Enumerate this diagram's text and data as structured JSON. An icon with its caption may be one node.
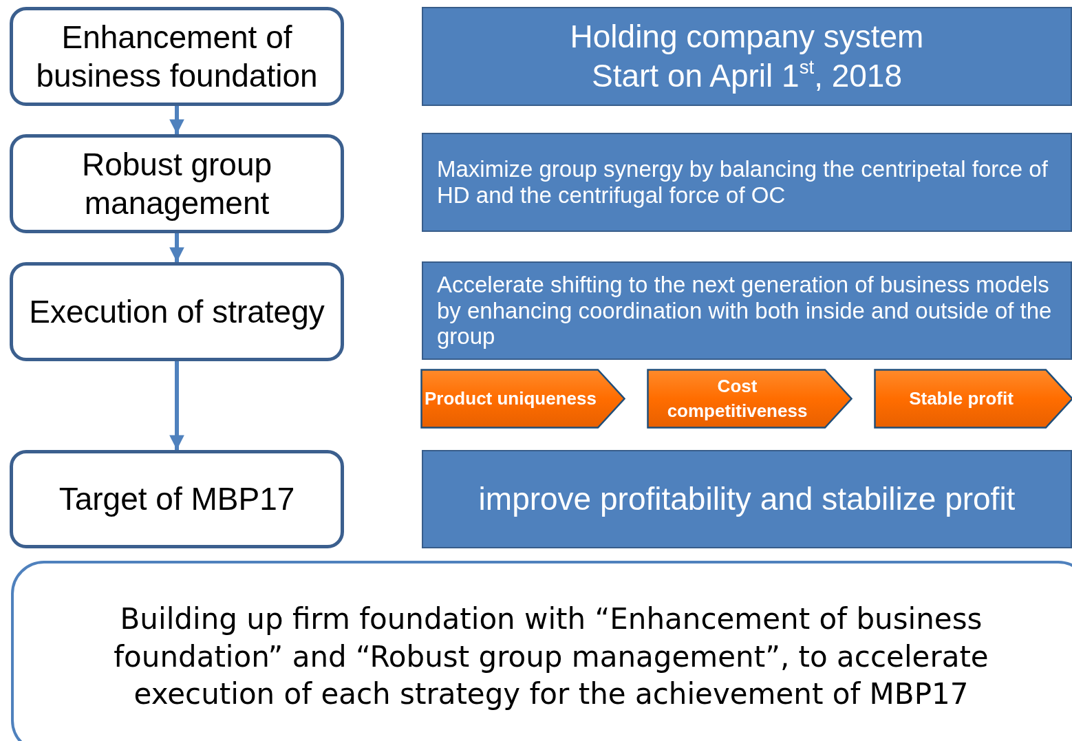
{
  "diagram": {
    "nodes": [
      {
        "text": [
          "Enhancement of business foundation"
        ]
      },
      {
        "text": [
          "Robust group management"
        ]
      },
      {
        "text": [
          "Execution of strategy"
        ]
      },
      {
        "text": [
          "Target of MBP17"
        ]
      },
      {
        "text": [
          "Holding company system",
          "Start on April 1$^{st}$, 2018"
        ]
      },
      {
        "text": [
          "Maximize group synergy by balancing the centripetal force of HD and the centrifugal force of OC"
        ]
      },
      {
        "text": [
          "Accelerate shifting to the next generation of business models by enhancing coordination with both inside and outside of the group"
        ]
      },
      {
        "text": [
          "Product uniqueness"
        ]
      },
      {
        "text": [
          "Cost competitiveness"
        ]
      },
      {
        "text": [
          "Stable profit"
        ]
      },
      {
        "text": [
          "improve profitability and stabilize profit"
        ]
      },
      {
        "text": [
          "Building up firm foundation with “Enhancement of business foundation” and “Robust group management”, to accelerate execution of each strategy for the achievement of MBP17"
        ]
      }
    ],
    "edges": [
      {
        "from": 0,
        "to": 1,
        "arrow": "to"
      },
      {
        "from": 1,
        "to": 2,
        "arrow": "to"
      },
      {
        "from": 2,
        "to": 3,
        "arrow": "to"
      }
    ]
  }
}
